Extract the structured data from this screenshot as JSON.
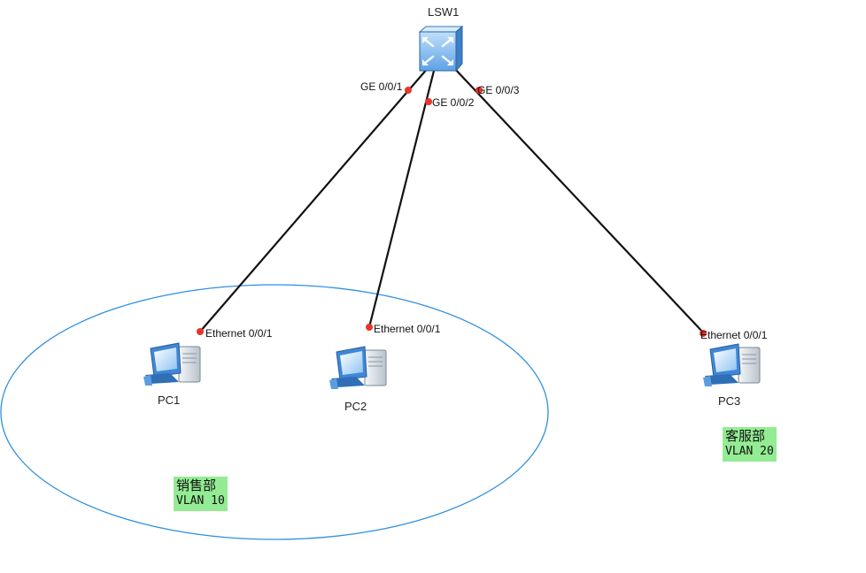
{
  "topology": {
    "switch": {
      "name": "LSW1",
      "icon": "switch-icon"
    },
    "ports": {
      "sw_ge1": "GE 0/0/1",
      "sw_ge2": "GE 0/0/2",
      "sw_ge3": "GE 0/0/3",
      "pc1_eth": "Ethernet 0/0/1",
      "pc2_eth": "Ethernet 0/0/1",
      "pc3_eth": "Ethernet 0/0/1"
    },
    "pcs": [
      {
        "name": "PC1",
        "icon": "pc-icon"
      },
      {
        "name": "PC2",
        "icon": "pc-icon"
      },
      {
        "name": "PC3",
        "icon": "pc-icon"
      }
    ],
    "groups": [
      {
        "dept": "销售部",
        "vlan": "VLAN 10"
      },
      {
        "dept": "客服部",
        "vlan": "VLAN 20"
      }
    ]
  },
  "colors": {
    "link": "#111111",
    "port_dot": "#e8352b",
    "group_ellipse": "#2f8fe0",
    "note_bg": "#93ec93",
    "device_blue": "#3f87d6"
  }
}
